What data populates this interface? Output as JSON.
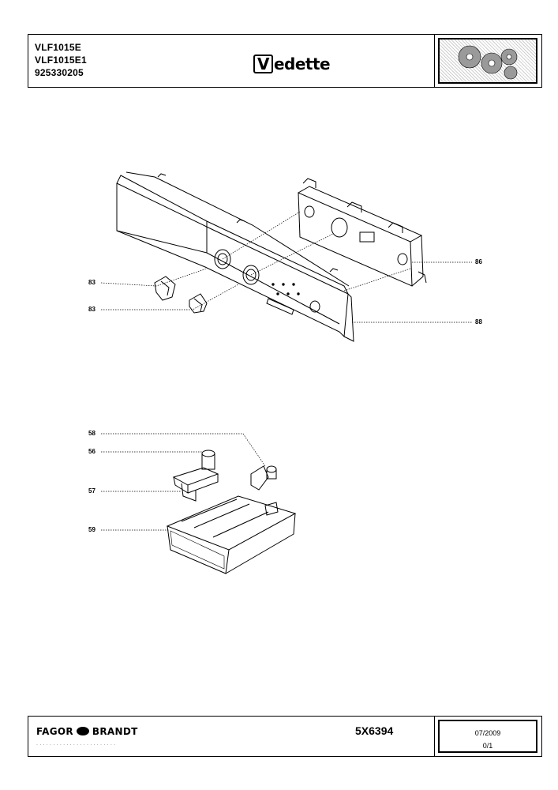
{
  "header": {
    "models": [
      "VLF1015E",
      "VLF1015E1",
      "925330205"
    ],
    "brand": {
      "mark": "V",
      "rest": "edette"
    }
  },
  "callouts": {
    "c83a": "83",
    "c83b": "83",
    "c86": "86",
    "c88": "88",
    "c58": "58",
    "c56": "56",
    "c57": "57",
    "c59": "59"
  },
  "footer": {
    "brand_left": "FAGOR",
    "brand_right": "BRANDT",
    "doc_code": "5X6394",
    "date": "07/2009",
    "revision": "0/1"
  },
  "colors": {
    "line": "#000000",
    "background": "#ffffff"
  }
}
